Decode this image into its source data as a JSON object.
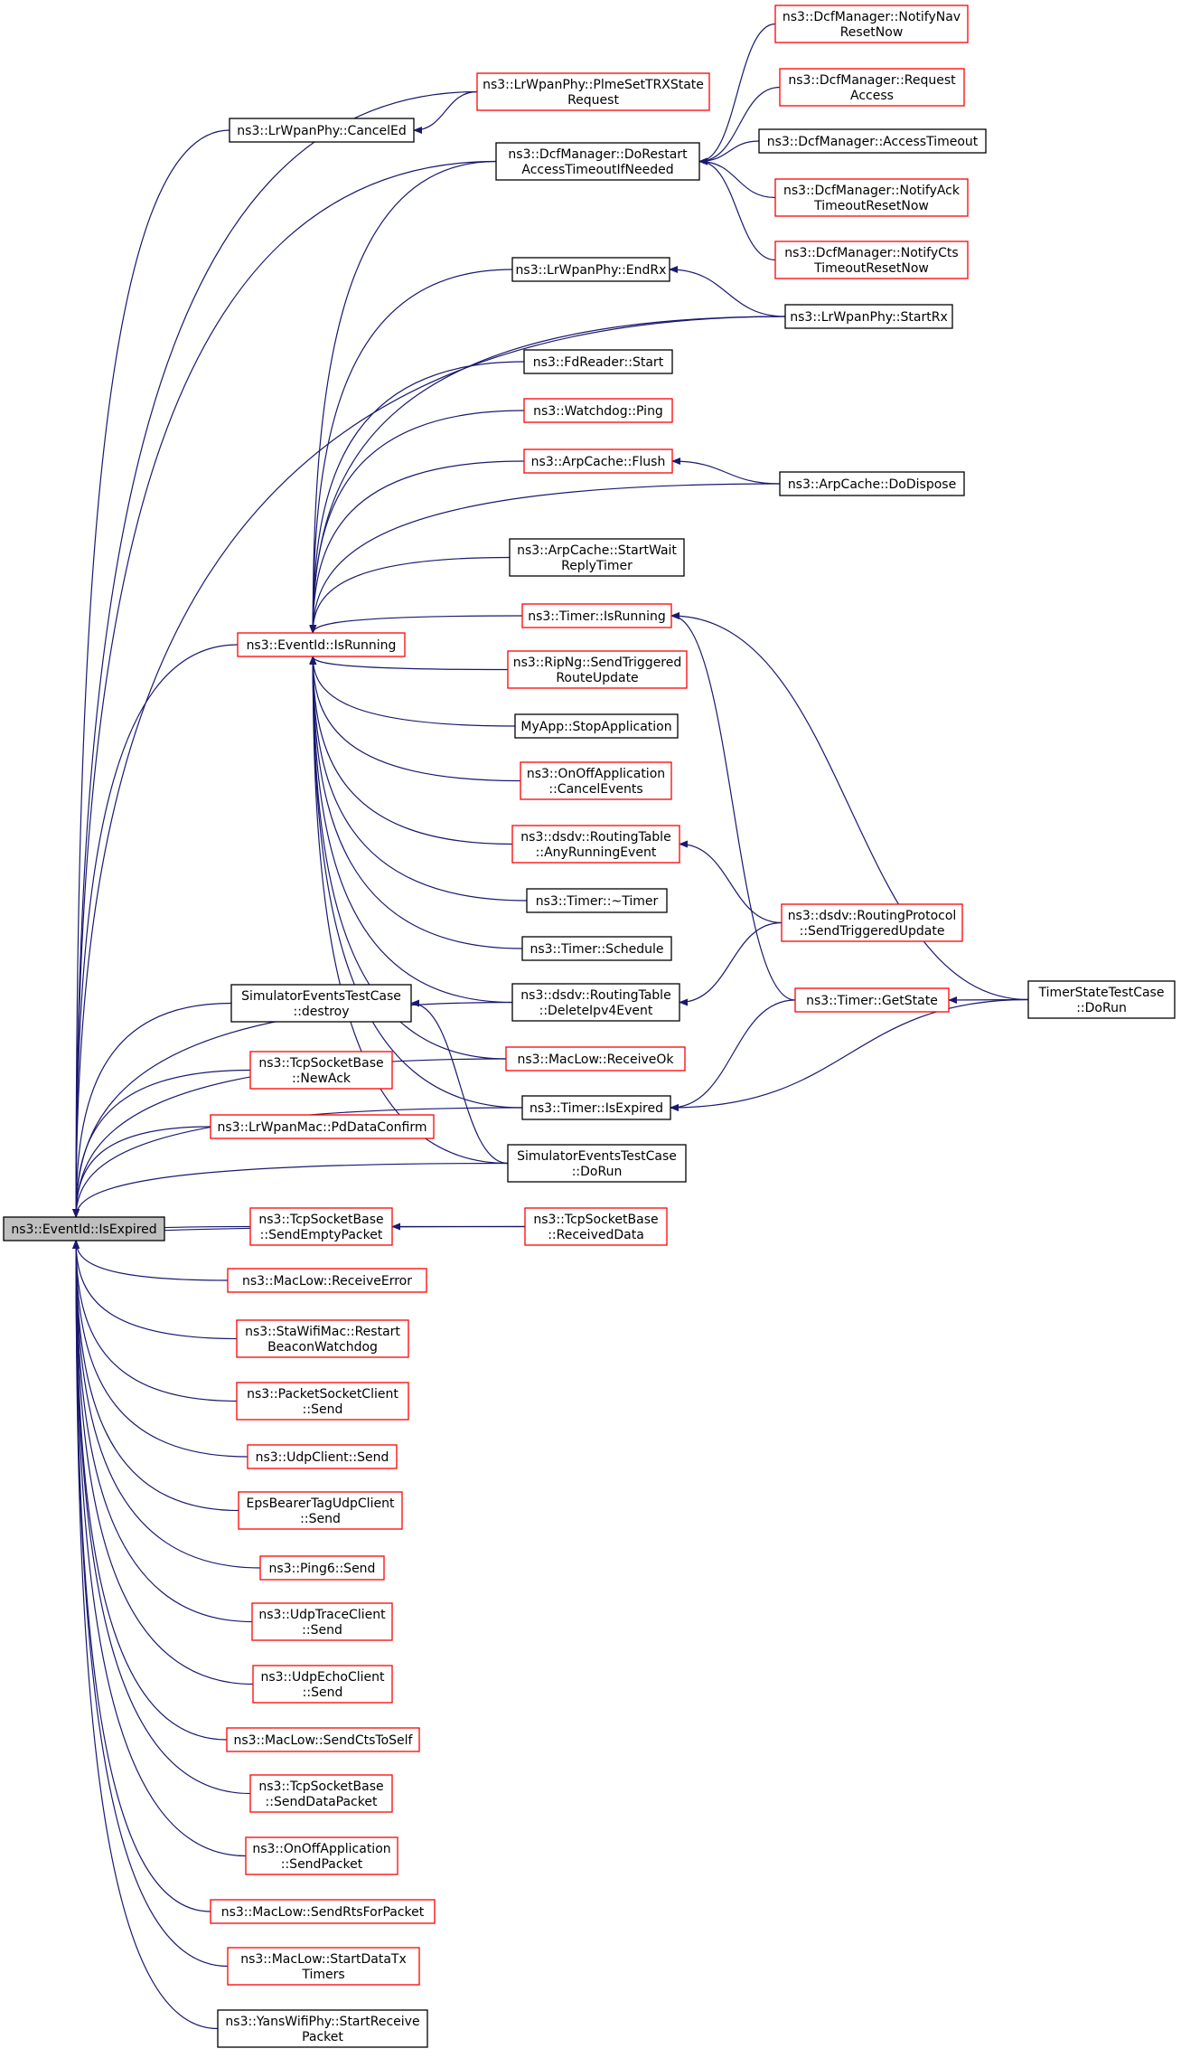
{
  "root": "ns3::EventId::IsExpired",
  "nodes": [
    {
      "id": "root",
      "lines": [
        "ns3::EventId::IsExpired"
      ],
      "style": "root"
    },
    {
      "id": "cancelEd",
      "lines": [
        "ns3::LrWpanPhy::CancelEd"
      ],
      "style": "black"
    },
    {
      "id": "plme",
      "lines": [
        "ns3::LrWpanPhy::PlmeSetTRXState",
        "Request"
      ],
      "style": "red"
    },
    {
      "id": "dcfRestart",
      "lines": [
        "ns3::DcfManager::DoRestart",
        "AccessTimeoutIfNeeded"
      ],
      "style": "black"
    },
    {
      "id": "notifyNav",
      "lines": [
        "ns3::DcfManager::NotifyNav",
        "ResetNow"
      ],
      "style": "red"
    },
    {
      "id": "reqAccess",
      "lines": [
        "ns3::DcfManager::Request",
        "Access"
      ],
      "style": "red"
    },
    {
      "id": "accessTimeout",
      "lines": [
        "ns3::DcfManager::AccessTimeout"
      ],
      "style": "black"
    },
    {
      "id": "notifyAck",
      "lines": [
        "ns3::DcfManager::NotifyAck",
        "TimeoutResetNow"
      ],
      "style": "red"
    },
    {
      "id": "notifyCts",
      "lines": [
        "ns3::DcfManager::NotifyCts",
        "TimeoutResetNow"
      ],
      "style": "red"
    },
    {
      "id": "endRx",
      "lines": [
        "ns3::LrWpanPhy::EndRx"
      ],
      "style": "black"
    },
    {
      "id": "startRx",
      "lines": [
        "ns3::LrWpanPhy::StartRx"
      ],
      "style": "black"
    },
    {
      "id": "fdStart",
      "lines": [
        "ns3::FdReader::Start"
      ],
      "style": "black"
    },
    {
      "id": "ping",
      "lines": [
        "ns3::Watchdog::Ping"
      ],
      "style": "red"
    },
    {
      "id": "flush",
      "lines": [
        "ns3::ArpCache::Flush"
      ],
      "style": "red"
    },
    {
      "id": "doDispose",
      "lines": [
        "ns3::ArpCache::DoDispose"
      ],
      "style": "black"
    },
    {
      "id": "startWait",
      "lines": [
        "ns3::ArpCache::StartWait",
        "ReplyTimer"
      ],
      "style": "black"
    },
    {
      "id": "isRunning",
      "lines": [
        "ns3::EventId::IsRunning"
      ],
      "style": "red"
    },
    {
      "id": "timerIsRunning",
      "lines": [
        "ns3::Timer::IsRunning"
      ],
      "style": "red"
    },
    {
      "id": "ripng",
      "lines": [
        "ns3::RipNg::SendTriggered",
        "RouteUpdate"
      ],
      "style": "red"
    },
    {
      "id": "myapp",
      "lines": [
        "MyApp::StopApplication"
      ],
      "style": "black"
    },
    {
      "id": "onoffCancel",
      "lines": [
        "ns3::OnOffApplication",
        "::CancelEvents"
      ],
      "style": "red"
    },
    {
      "id": "anyRunning",
      "lines": [
        "ns3::dsdv::RoutingTable",
        "::AnyRunningEvent"
      ],
      "style": "red"
    },
    {
      "id": "sendTriggered",
      "lines": [
        "ns3::dsdv::RoutingProtocol",
        "::SendTriggeredUpdate"
      ],
      "style": "red"
    },
    {
      "id": "timerDtor",
      "lines": [
        "ns3::Timer::~Timer"
      ],
      "style": "black"
    },
    {
      "id": "schedule",
      "lines": [
        "ns3::Timer::Schedule"
      ],
      "style": "black"
    },
    {
      "id": "deleteIpv4",
      "lines": [
        "ns3::dsdv::RoutingTable",
        "::DeleteIpv4Event"
      ],
      "style": "black"
    },
    {
      "id": "getState",
      "lines": [
        "ns3::Timer::GetState"
      ],
      "style": "red"
    },
    {
      "id": "timerStateDoRun",
      "lines": [
        "TimerStateTestCase",
        "::DoRun"
      ],
      "style": "black"
    },
    {
      "id": "simDestroy",
      "lines": [
        "SimulatorEventsTestCase",
        "::destroy"
      ],
      "style": "black"
    },
    {
      "id": "receiveOk",
      "lines": [
        "ns3::MacLow::ReceiveOk"
      ],
      "style": "red"
    },
    {
      "id": "newAck",
      "lines": [
        "ns3::TcpSocketBase",
        "::NewAck"
      ],
      "style": "red"
    },
    {
      "id": "timerIsExpired",
      "lines": [
        "ns3::Timer::IsExpired"
      ],
      "style": "black"
    },
    {
      "id": "pdData",
      "lines": [
        "ns3::LrWpanMac::PdDataConfirm"
      ],
      "style": "red"
    },
    {
      "id": "simDoRun",
      "lines": [
        "SimulatorEventsTestCase",
        "::DoRun"
      ],
      "style": "black"
    },
    {
      "id": "sendEmpty",
      "lines": [
        "ns3::TcpSocketBase",
        "::SendEmptyPacket"
      ],
      "style": "red"
    },
    {
      "id": "receivedData",
      "lines": [
        "ns3::TcpSocketBase",
        "::ReceivedData"
      ],
      "style": "red"
    },
    {
      "id": "recvError",
      "lines": [
        "ns3::MacLow::ReceiveError"
      ],
      "style": "red"
    },
    {
      "id": "restartBeacon",
      "lines": [
        "ns3::StaWifiMac::Restart",
        "BeaconWatchdog"
      ],
      "style": "red"
    },
    {
      "id": "packetSocket",
      "lines": [
        "ns3::PacketSocketClient",
        "::Send"
      ],
      "style": "red"
    },
    {
      "id": "udpClient",
      "lines": [
        "ns3::UdpClient::Send"
      ],
      "style": "red"
    },
    {
      "id": "epsBearer",
      "lines": [
        "EpsBearerTagUdpClient",
        "::Send"
      ],
      "style": "red"
    },
    {
      "id": "ping6",
      "lines": [
        "ns3::Ping6::Send"
      ],
      "style": "red"
    },
    {
      "id": "udpTrace",
      "lines": [
        "ns3::UdpTraceClient",
        "::Send"
      ],
      "style": "red"
    },
    {
      "id": "udpEcho",
      "lines": [
        "ns3::UdpEchoClient",
        "::Send"
      ],
      "style": "red"
    },
    {
      "id": "ctsToSelf",
      "lines": [
        "ns3::MacLow::SendCtsToSelf"
      ],
      "style": "red"
    },
    {
      "id": "sendData",
      "lines": [
        "ns3::TcpSocketBase",
        "::SendDataPacket"
      ],
      "style": "red"
    },
    {
      "id": "onoffSend",
      "lines": [
        "ns3::OnOffApplication",
        "::SendPacket"
      ],
      "style": "red"
    },
    {
      "id": "rtsForPacket",
      "lines": [
        "ns3::MacLow::SendRtsForPacket"
      ],
      "style": "red"
    },
    {
      "id": "startDataTx",
      "lines": [
        "ns3::MacLow::StartDataTx",
        "Timers"
      ],
      "style": "red"
    },
    {
      "id": "yans",
      "lines": [
        "ns3::YansWifiPhy::StartReceive",
        "Packet"
      ],
      "style": "black"
    }
  ],
  "edges": [
    {
      "from": "cancelEd",
      "to": "root"
    },
    {
      "from": "plme",
      "to": "root"
    },
    {
      "from": "plme",
      "to": "cancelEd"
    },
    {
      "from": "dcfRestart",
      "to": "root"
    },
    {
      "from": "notifyNav",
      "to": "dcfRestart"
    },
    {
      "from": "reqAccess",
      "to": "dcfRestart"
    },
    {
      "from": "accessTimeout",
      "to": "dcfRestart"
    },
    {
      "from": "notifyAck",
      "to": "dcfRestart"
    },
    {
      "from": "notifyCts",
      "to": "dcfRestart"
    },
    {
      "from": "startRx",
      "to": "root"
    },
    {
      "from": "startRx",
      "to": "endRx"
    },
    {
      "from": "isRunning",
      "to": "root"
    },
    {
      "from": "dcfRestart",
      "to": "isRunning"
    },
    {
      "from": "endRx",
      "to": "isRunning"
    },
    {
      "from": "startRx",
      "to": "isRunning"
    },
    {
      "from": "fdStart",
      "to": "isRunning"
    },
    {
      "from": "ping",
      "to": "isRunning"
    },
    {
      "from": "flush",
      "to": "isRunning"
    },
    {
      "from": "doDispose",
      "to": "flush"
    },
    {
      "from": "doDispose",
      "to": "isRunning"
    },
    {
      "from": "startWait",
      "to": "isRunning"
    },
    {
      "from": "timerIsRunning",
      "to": "isRunning"
    },
    {
      "from": "ripng",
      "to": "isRunning"
    },
    {
      "from": "myapp",
      "to": "isRunning"
    },
    {
      "from": "onoffCancel",
      "to": "isRunning"
    },
    {
      "from": "anyRunning",
      "to": "isRunning"
    },
    {
      "from": "timerDtor",
      "to": "isRunning"
    },
    {
      "from": "schedule",
      "to": "isRunning"
    },
    {
      "from": "deleteIpv4",
      "to": "isRunning"
    },
    {
      "from": "receiveOk",
      "to": "isRunning"
    },
    {
      "from": "timerIsExpired",
      "to": "isRunning"
    },
    {
      "from": "simDoRun",
      "to": "isRunning"
    },
    {
      "from": "timerStateDoRun",
      "to": "timerIsRunning"
    },
    {
      "from": "getState",
      "to": "timerIsRunning"
    },
    {
      "from": "sendTriggered",
      "to": "anyRunning"
    },
    {
      "from": "sendTriggered",
      "to": "deleteIpv4"
    },
    {
      "from": "timerStateDoRun",
      "to": "getState"
    },
    {
      "from": "getState",
      "to": "timerIsExpired"
    },
    {
      "from": "timerStateDoRun",
      "to": "timerIsExpired"
    },
    {
      "from": "simDoRun",
      "to": "simDestroy"
    },
    {
      "from": "deleteIpv4",
      "to": "root"
    },
    {
      "from": "receiveOk",
      "to": "root"
    },
    {
      "from": "timerIsExpired",
      "to": "root"
    },
    {
      "from": "simDoRun",
      "to": "root"
    },
    {
      "from": "simDestroy",
      "to": "root"
    },
    {
      "from": "newAck",
      "to": "root"
    },
    {
      "from": "pdData",
      "to": "root"
    },
    {
      "from": "receivedData",
      "to": "root"
    },
    {
      "from": "sendEmpty",
      "to": "root"
    },
    {
      "from": "receivedData",
      "to": "sendEmpty"
    },
    {
      "from": "recvError",
      "to": "root"
    },
    {
      "from": "restartBeacon",
      "to": "root"
    },
    {
      "from": "packetSocket",
      "to": "root"
    },
    {
      "from": "udpClient",
      "to": "root"
    },
    {
      "from": "epsBearer",
      "to": "root"
    },
    {
      "from": "ping6",
      "to": "root"
    },
    {
      "from": "udpTrace",
      "to": "root"
    },
    {
      "from": "udpEcho",
      "to": "root"
    },
    {
      "from": "ctsToSelf",
      "to": "root"
    },
    {
      "from": "sendData",
      "to": "root"
    },
    {
      "from": "onoffSend",
      "to": "root"
    },
    {
      "from": "rtsForPacket",
      "to": "root"
    },
    {
      "from": "startDataTx",
      "to": "root"
    },
    {
      "from": "yans",
      "to": "root"
    }
  ]
}
